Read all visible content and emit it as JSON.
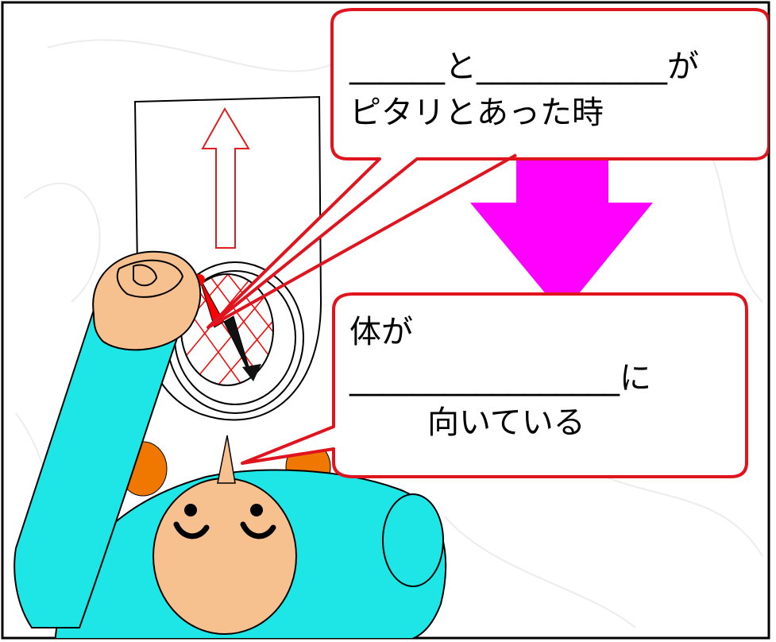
{
  "colors": {
    "frame": "#000000",
    "bubble_border": "#e0141e",
    "compass_marking": "#ff0000",
    "needle_north": "#ff0000",
    "needle_south": "#000000",
    "big_arrow": "#ff00ff",
    "body": "#1ee6e6",
    "skin": "#f7c08f",
    "hair_tuft": "#f07800"
  },
  "icons": {
    "person": "person-top-view",
    "compass": "baseplate-compass",
    "direction_arrow": "direction-of-travel-arrow",
    "result_arrow": "down-arrow"
  },
  "bubble_top": {
    "blank_a": "______",
    "to": "と",
    "blank_b": "____________",
    "ga": "が",
    "line2": "ピタリとあった時"
  },
  "bubble_bottom": {
    "line1": "体が",
    "blank": "_________________",
    "ni": "に",
    "line3": "向いている"
  }
}
